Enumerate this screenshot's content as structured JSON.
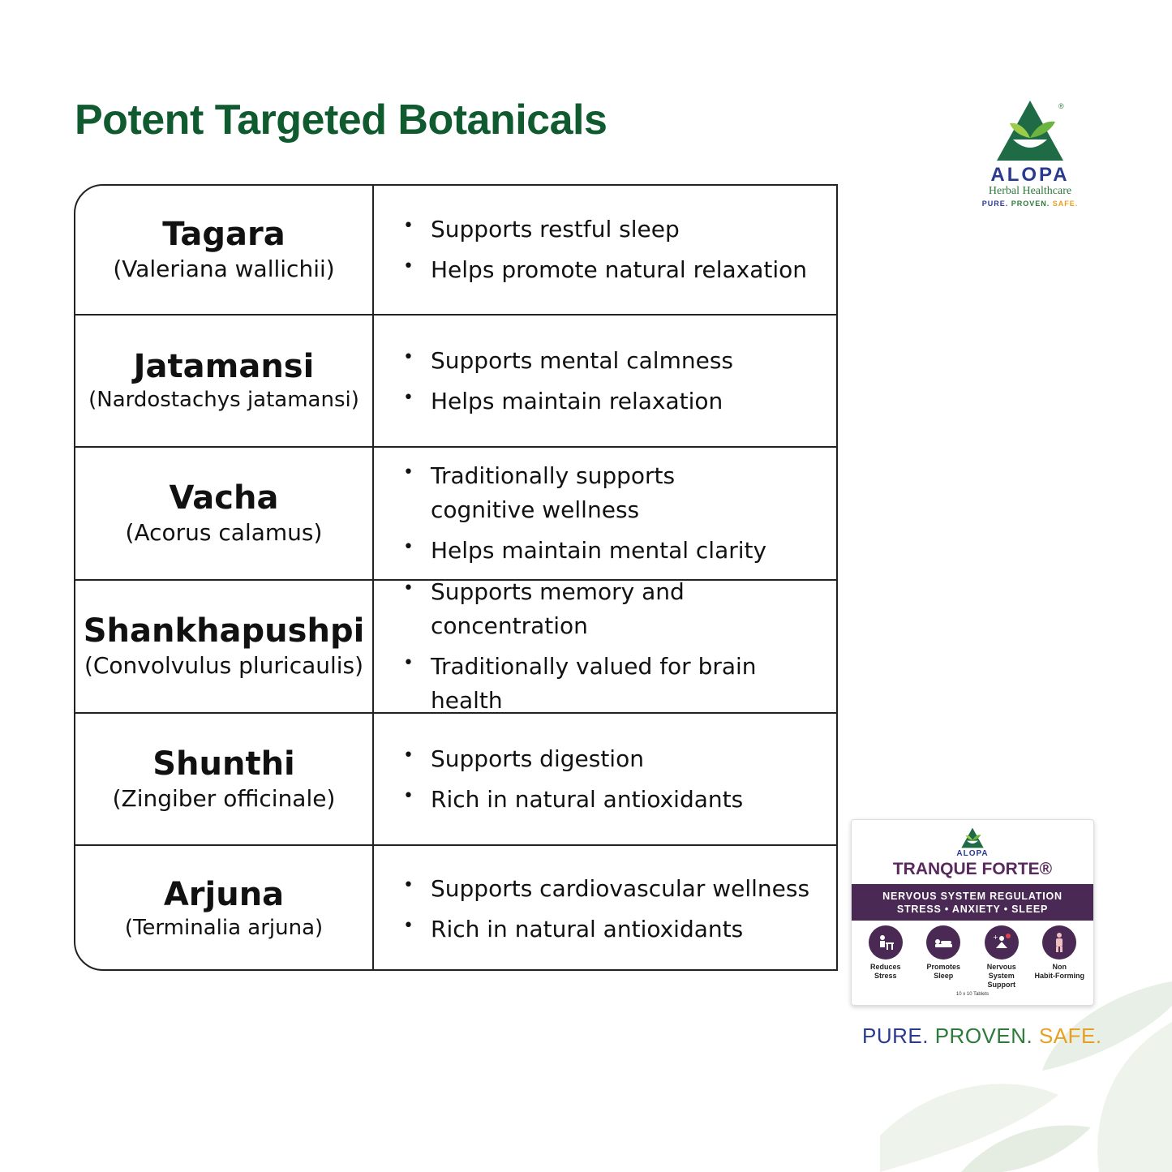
{
  "title": "Potent Targeted Botanicals",
  "colors": {
    "title_green": "#0f5a2e",
    "brand_blue": "#2a3a8f",
    "brand_green": "#2d7a3a",
    "brand_orange": "#e8a024",
    "pack_purple": "#4a2a55"
  },
  "herbs": [
    {
      "name": "Tagara",
      "latin": "(Valeriana wallichii)",
      "benefits": [
        "Supports restful sleep",
        "Helps promote natural relaxation"
      ]
    },
    {
      "name": "Jatamansi",
      "latin": "(Nardostachys jatamansi)",
      "benefits": [
        "Supports mental calmness",
        "Helps maintain relaxation"
      ]
    },
    {
      "name": "Vacha",
      "latin": "(Acorus calamus)",
      "benefits": [
        "Traditionally supports cognitive wellness",
        "Helps maintain mental clarity"
      ]
    },
    {
      "name": "Shankhapushpi",
      "latin": "(Convolvulus pluricaulis)",
      "benefits": [
        "Supports memory and concentration",
        "Traditionally valued for brain health"
      ]
    },
    {
      "name": "Shunthi",
      "latin": "(Zingiber officinale)",
      "benefits": [
        "Supports digestion",
        "Rich in natural antioxidants"
      ]
    },
    {
      "name": "Arjuna",
      "latin": "(Terminalia arjuna)",
      "benefits": [
        "Supports cardiovascular wellness",
        "Rich in natural antioxidants"
      ]
    }
  ],
  "logo": {
    "word": "ALOPA",
    "sub": "Herbal Healthcare",
    "tag_pure": "PURE.",
    "tag_proven": "PROVEN.",
    "tag_safe": "SAFE.",
    "icon": "alopa-triangle-leaf-icon"
  },
  "pack": {
    "brand": "ALOPA",
    "name": "TRANQUE FORTE®",
    "band_line1": "NERVOUS SYSTEM REGULATION",
    "band_line2": "STRESS • ANXIETY • SLEEP",
    "icons": [
      {
        "label1": "Reduces",
        "label2": "Stress",
        "icon": "stressed-person-icon"
      },
      {
        "label1": "Promotes",
        "label2": "Sleep",
        "icon": "sleeping-person-icon"
      },
      {
        "label1": "Nervous System",
        "label2": "Support",
        "icon": "meditation-icon"
      },
      {
        "label1": "Non",
        "label2": "Habit-Forming",
        "icon": "person-icon"
      }
    ],
    "count": "10 x 10 Tablets"
  },
  "slogan": {
    "pure": "PURE.",
    "proven": "PROVEN.",
    "safe": "SAFE."
  }
}
